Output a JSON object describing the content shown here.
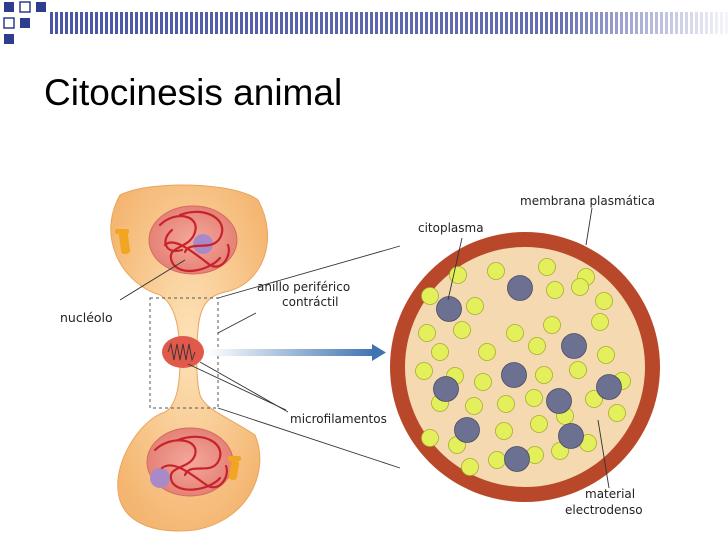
{
  "slide": {
    "title": "Citocinesis animal"
  },
  "colors": {
    "header_band": "#4a55a8",
    "accent_squares": "#2e3d8f",
    "cell_fill": "#f8c88a",
    "nucleus_fill": "#ec8a7c",
    "chromosome": "#c8232a",
    "nucleolus": "#a98ac8",
    "membrane_ring": "#b9482a",
    "cytoplasm": "#f5d9b0",
    "vesicle": "#e3ef5b",
    "dense_material": "#6d7191",
    "arrow": "#4d7fb8"
  },
  "labels": {
    "nucleolo": "nucléolo",
    "anillo_line1": "anillo periférico",
    "anillo_line2": "contráctil",
    "microfilamentos": "microfilamentos",
    "citoplasma": "citoplasma",
    "membrana": "membrana plasmática",
    "material_line1": "material",
    "material_line2": "electrodenso"
  },
  "icons": [
    "header-stripe-icon",
    "corner-squares-icon"
  ]
}
